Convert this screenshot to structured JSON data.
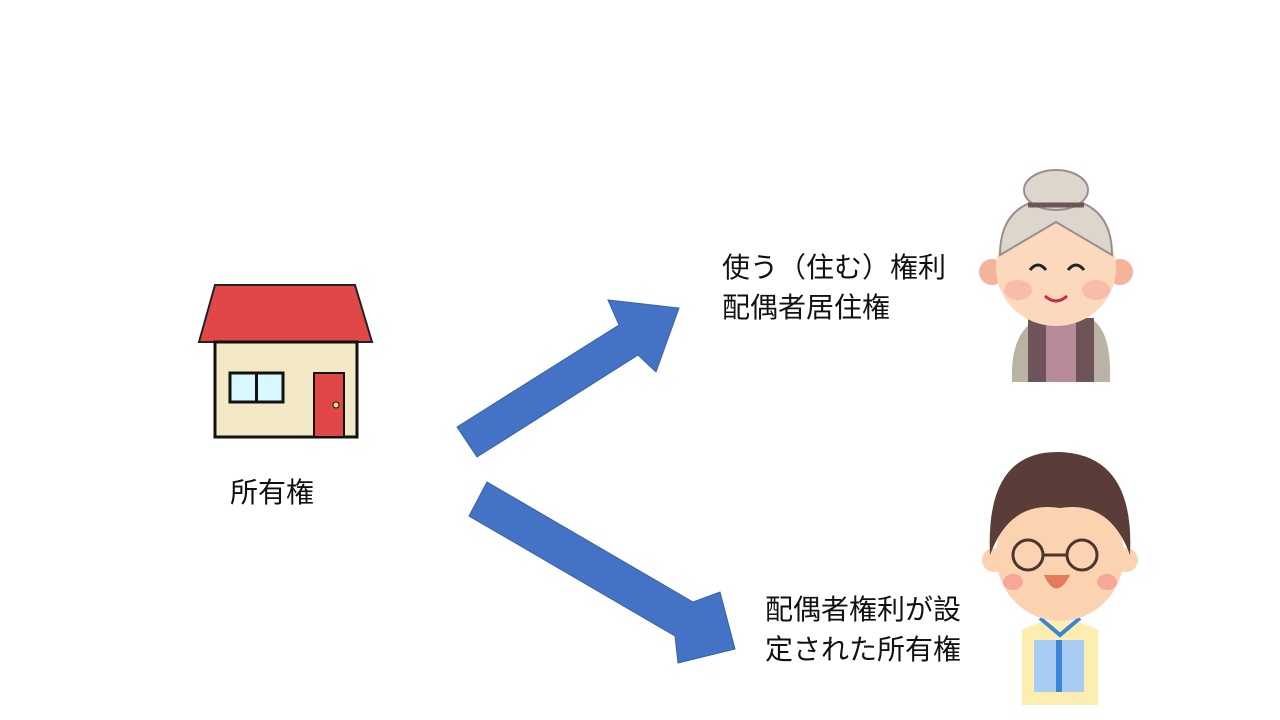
{
  "house": {
    "label": "所有権"
  },
  "upper": {
    "line1": "使う（住む）権利",
    "line2": "配偶者居住権"
  },
  "lower": {
    "line1": "配偶者権利が設",
    "line2": "定された所有権"
  },
  "colors": {
    "arrow": "#4472c4",
    "roof": "#e04848",
    "wall": "#f2e8c6",
    "window": "#d8f8ff"
  }
}
